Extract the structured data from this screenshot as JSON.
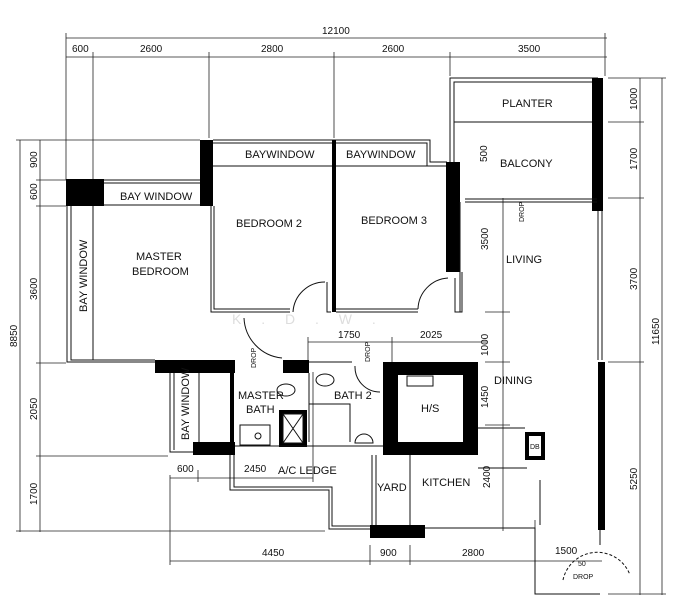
{
  "rooms": {
    "planter": "PLANTER",
    "balcony": "BALCONY",
    "living": "LIVING",
    "dining": "DINING",
    "household_shelter": "H/S",
    "kitchen": "KITCHEN",
    "yard": "YARD",
    "bath2": "BATH 2",
    "master_bath_1": "MASTER",
    "master_bath_2": "BATH",
    "master_bedroom_1": "MASTER",
    "master_bedroom_2": "BEDROOM",
    "bedroom2": "BEDROOM 2",
    "bedroom3": "BEDROOM 3",
    "bay_window_master_top": "BAY WINDOW",
    "bay_window_bed2": "BAYWINDOW",
    "bay_window_bed3": "BAYWINDOW",
    "bay_window_master_side": "BAY WINDOW",
    "bay_window_bath": "BAY WINDOW",
    "ac_ledge": "A/C LEDGE",
    "db": "DB"
  },
  "annotations": {
    "drop": "DROP",
    "drop_50": "50",
    "watermark": "K . D . W ."
  },
  "dimensions": {
    "top_total": "12100",
    "top": [
      "600",
      "2600",
      "2800",
      "2600",
      "3500"
    ],
    "left_total": "8850",
    "left": [
      "900",
      "600",
      "3600",
      "2050",
      "1700"
    ],
    "right_total": "11650",
    "right": [
      "1000",
      "1700",
      "3700",
      "5250"
    ],
    "bottom": [
      "4450",
      "900",
      "2800",
      "1500"
    ],
    "inner": {
      "d600": "600",
      "d2450": "2450",
      "d1750": "1750",
      "d2025": "2025",
      "d500": "500",
      "d3500": "3500",
      "d1000": "1000",
      "d1450": "1450",
      "d2400": "2400"
    }
  }
}
